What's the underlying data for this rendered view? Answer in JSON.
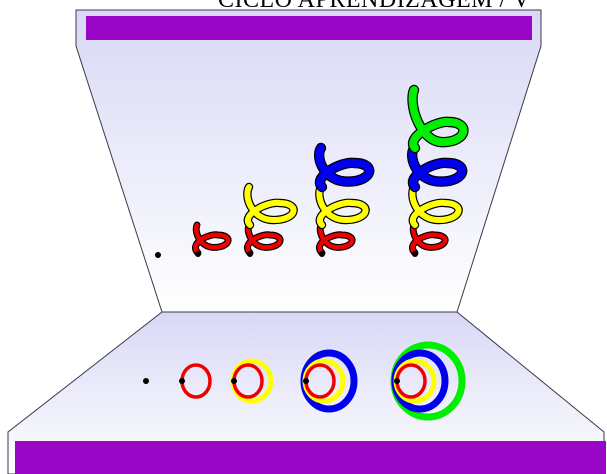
{
  "title": "CICLO APRENDIZAGEM / V",
  "colors": {
    "panel_top": "#d8d8f6",
    "panel_bottom": "#ffffff",
    "bar": "#9a06c6",
    "red": "#ee0000",
    "yellow": "#ffff00",
    "blue": "#0000ee",
    "green": "#00ee00",
    "dot": "#000000"
  },
  "spiral_stages": [
    {
      "loops": []
    },
    {
      "loops": [
        "red"
      ]
    },
    {
      "loops": [
        "red",
        "yellow"
      ]
    },
    {
      "loops": [
        "red",
        "yellow",
        "blue"
      ]
    },
    {
      "loops": [
        "red",
        "yellow",
        "blue",
        "green"
      ]
    }
  ],
  "ring_stages": [
    {
      "rings": []
    },
    {
      "rings": [
        "red"
      ]
    },
    {
      "rings": [
        "red",
        "yellow"
      ]
    },
    {
      "rings": [
        "red",
        "yellow",
        "blue"
      ]
    },
    {
      "rings": [
        "red",
        "yellow",
        "blue",
        "green"
      ]
    }
  ]
}
